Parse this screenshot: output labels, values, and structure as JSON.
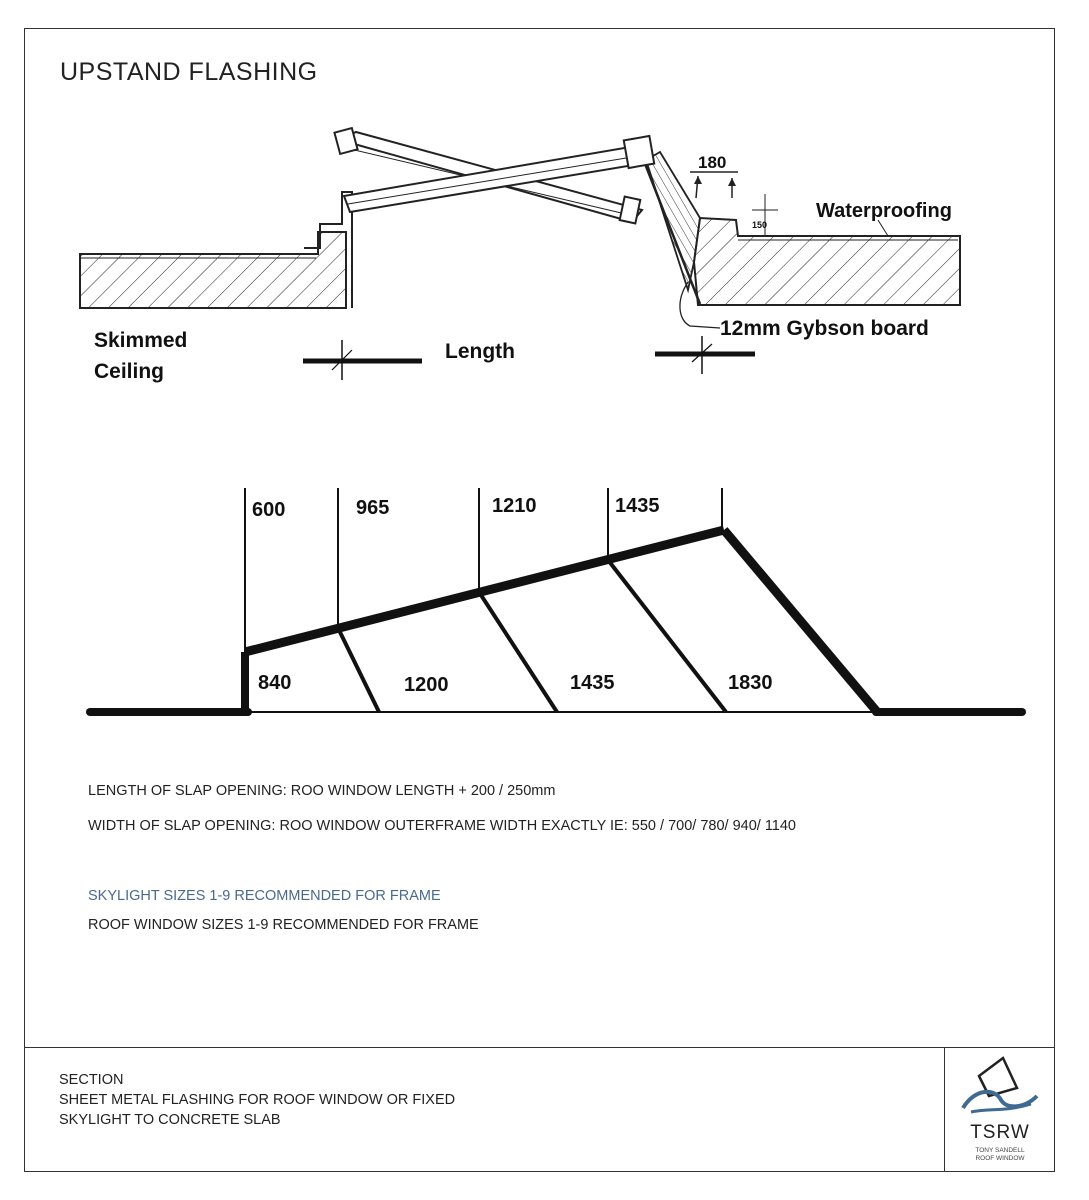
{
  "title": "UPSTAND FLASHING",
  "section_drawing": {
    "labels": {
      "skimmed_ceiling_line1": "Skimmed",
      "skimmed_ceiling_line2": "Ceiling",
      "length": "Length",
      "dim_180": "180",
      "dim_150": "150",
      "waterproofing": "Waterproofing",
      "gybson_board": "12mm Gybson board"
    }
  },
  "profile_drawing": {
    "top_dimensions": [
      "600",
      "965",
      "1210",
      "1435"
    ],
    "bottom_dimensions": [
      "840",
      "1200",
      "1435",
      "1830"
    ]
  },
  "notes": {
    "length_of_opening": "LENGTH OF SLAP OPENING: ROO WINDOW LENGTH + 200 / 250mm",
    "width_of_opening": "WIDTH OF SLAP OPENING: ROO WINDOW OUTERFRAME WIDTH EXACTLY IE: 550 / 700/ 780/ 940/ 1140",
    "skylight_sizes": "SKYLIGHT SIZES 1-9 RECOMMENDED FOR FRAME",
    "roof_window_sizes": "ROOF WINDOW SIZES 1-9 RECOMMENDED FOR FRAME"
  },
  "footer": {
    "line1": "SECTION",
    "line2": "SHEET METAL FLASHING FOR ROOF WINDOW OR FIXED",
    "line3": "SKYLIGHT TO CONCRETE SLAB"
  },
  "logo": {
    "name": "TSRW",
    "sub1": "TONY SANDELL",
    "sub2": "ROOF WINDOW",
    "colors": {
      "wave": "#3f6a92",
      "dark": "#222222"
    }
  }
}
